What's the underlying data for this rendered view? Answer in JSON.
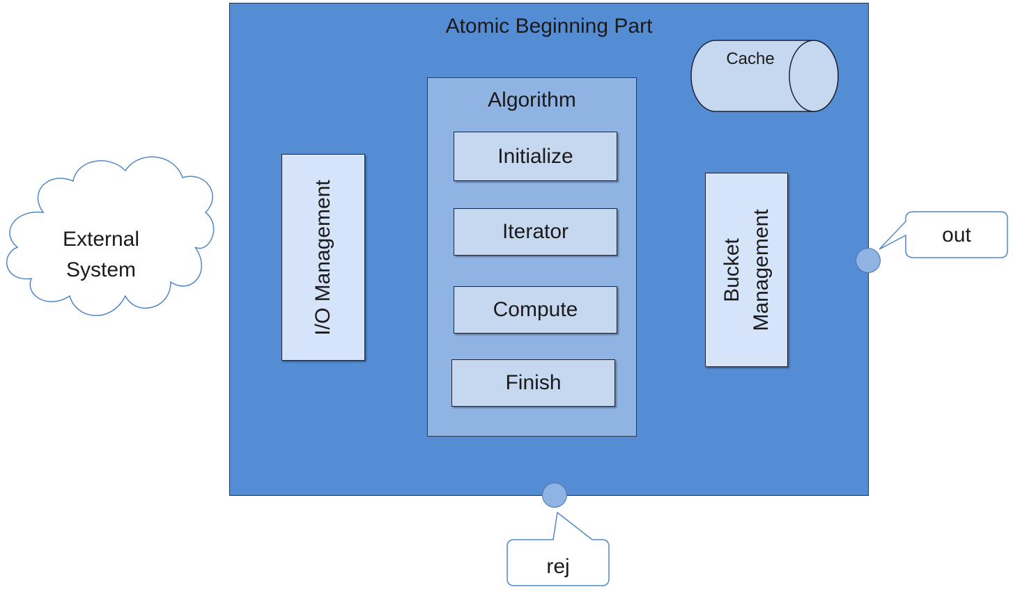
{
  "diagram": {
    "main_title": "Atomic Beginning Part",
    "cache_label": "Cache",
    "algorithm": {
      "title": "Algorithm",
      "steps": [
        "Initialize",
        "Iterator",
        "Compute",
        "Finish"
      ]
    },
    "io_label": "I/O Management",
    "bucket_label_line1": "Bucket",
    "bucket_label_line2": "Management",
    "external_line1": "External",
    "external_line2": "System",
    "out_label": "out",
    "rej_label": "rej"
  }
}
